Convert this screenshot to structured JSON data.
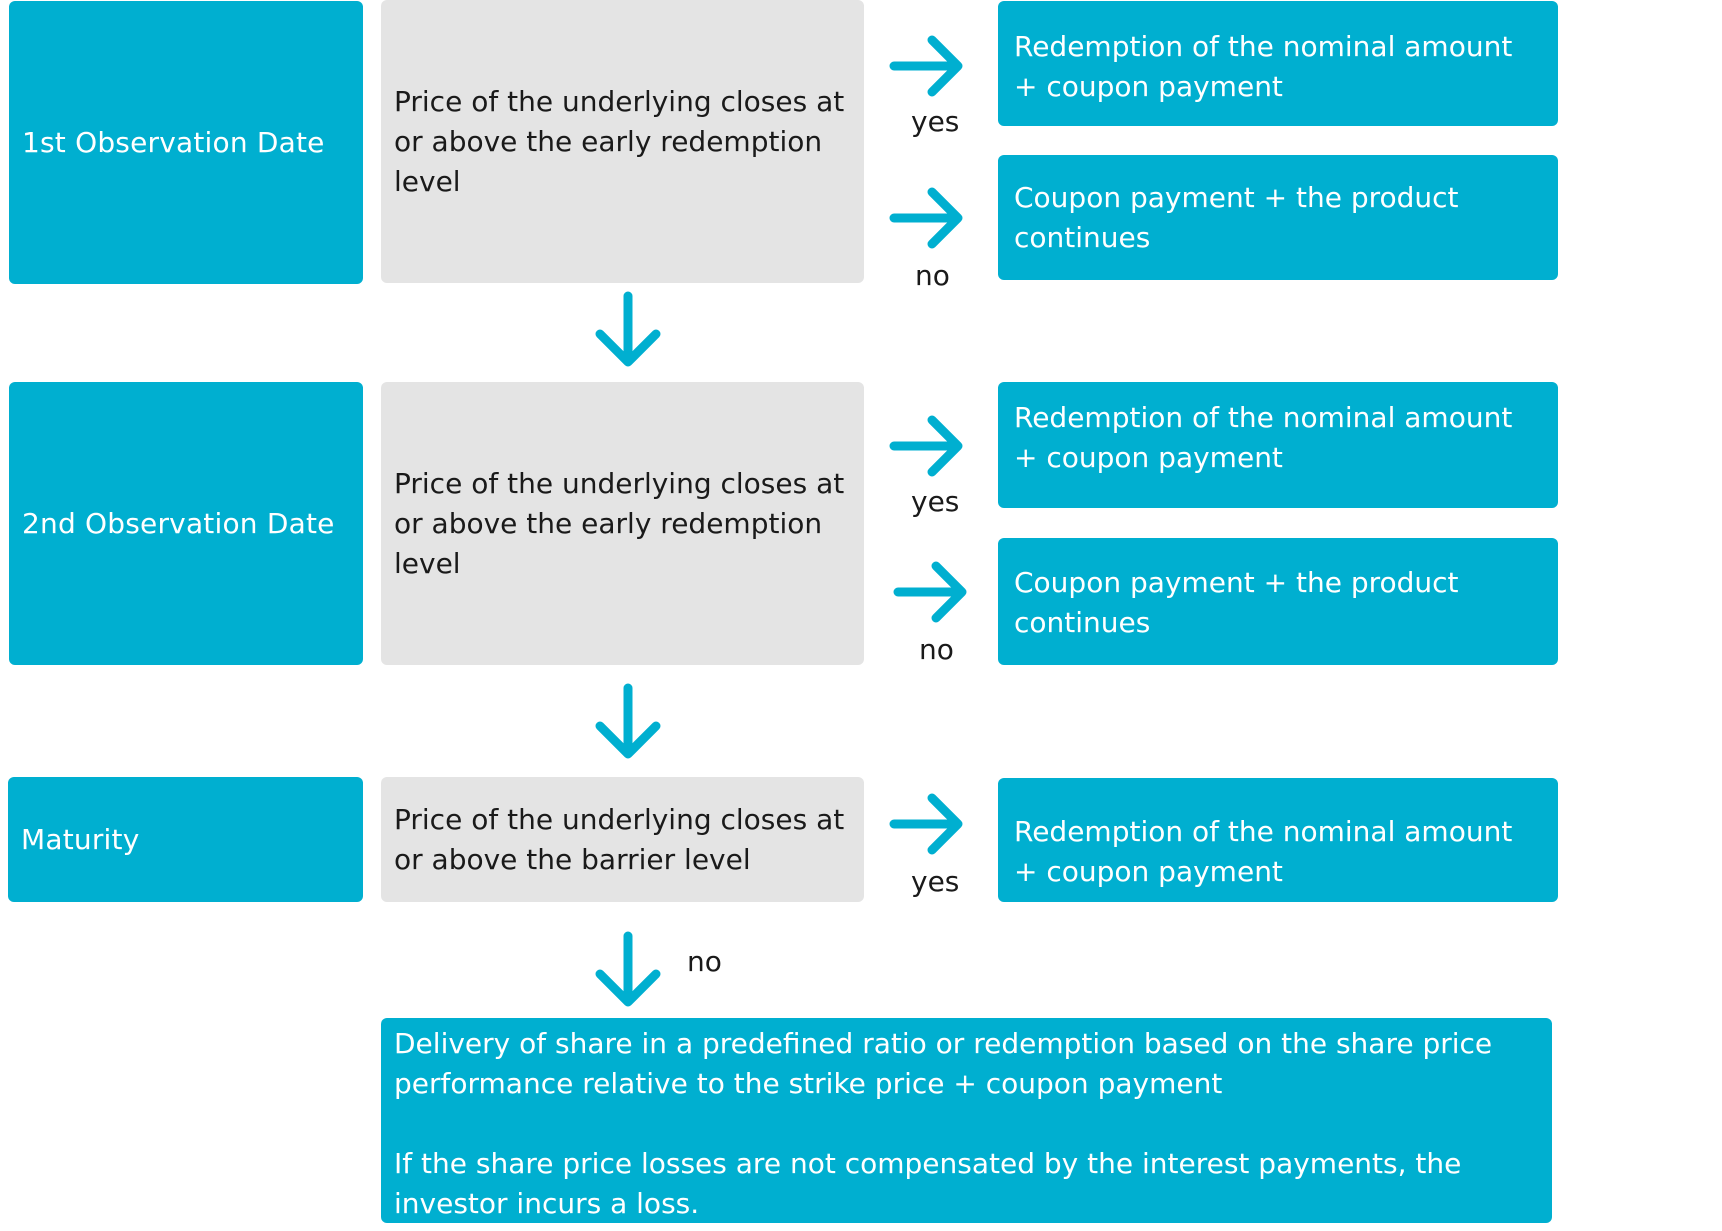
{
  "stages": [
    {
      "label": "1st Observation Date",
      "condition": "Price of the underlying closes at or above the early redemption level",
      "yes_label": "yes",
      "no_label": "no",
      "yes_result": "Redemption of the nominal amount + coupon payment",
      "no_result": "Coupon payment + the product continues"
    },
    {
      "label": "2nd Observation Date",
      "condition": "Price of the underlying closes at or above the early redemption level",
      "yes_label": "yes",
      "no_label": "no",
      "yes_result": "Redemption of the nominal amount + coupon payment",
      "no_result": "Coupon payment + the product continues"
    },
    {
      "label": "Maturity",
      "condition": "Price of the underlying closes at or above the barrier level",
      "yes_label": "yes",
      "no_label": "no",
      "yes_result": "Redemption of the nominal amount + coupon payment"
    }
  ],
  "final_result": "Delivery of share in a predefined ratio or redemption based on the share price performance relative to the strike price + coupon payment\n\nIf the share price losses are not compensated by the interest payments, the investor incurs a loss.",
  "colors": {
    "teal": "#00afd0",
    "grey": "#e4e4e4",
    "text_dark": "#1a1a1a"
  }
}
